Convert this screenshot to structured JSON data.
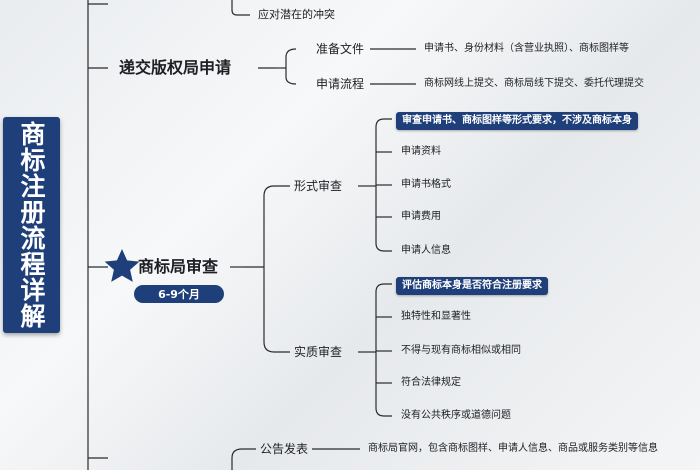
{
  "title": "商标注册流程详解",
  "top_item": "应对潜在的冲突",
  "submit": {
    "label": "递交版权局申请",
    "documents": {
      "label": "准备文件",
      "detail": "申请书、身份材料（含营业执照）、商标图样等"
    },
    "procedure": {
      "label": "申请流程",
      "detail": "商标网线上提交、商标局线下提交、委托代理提交"
    }
  },
  "review": {
    "label": "商标局审查",
    "period": "6-9个月",
    "formal": {
      "label": "形式审查",
      "items": [
        "审查申请书、商标图样等形式要求，不涉及商标本身",
        "申请资料",
        "申请书格式",
        "申请费用",
        "申请人信息"
      ]
    },
    "substantive": {
      "label": "实质审查",
      "items": [
        "评估商标本身是否符合注册要求",
        "独特性和显著性",
        "不得与现有商标相似或相同",
        "符合法律规定",
        "没有公共秩序或道德问题"
      ]
    }
  },
  "announcement": {
    "label": "公告发表",
    "detail": "商标局官网，包含商标图样、申请人信息、商品或服务类别等信息"
  },
  "colors": {
    "accent": "#1f3f7a",
    "line": "#2b2b2b"
  },
  "icons": {
    "star": "star-icon"
  }
}
